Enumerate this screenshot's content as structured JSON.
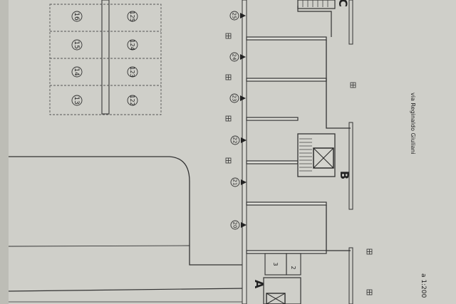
{
  "parking_rows": [
    {
      "left": "16",
      "right": "125"
    },
    {
      "left": "15",
      "right": "124"
    },
    {
      "left": "14",
      "right": "123"
    },
    {
      "left": "13",
      "right": "122"
    }
  ],
  "unit_numbers": [
    "25",
    "24",
    "23",
    "22",
    "21",
    "20"
  ],
  "building_labels": [
    "A",
    "B",
    "C"
  ],
  "room_numbers": [
    "3",
    "2"
  ],
  "street_label": "via Reginaldo Giuliani",
  "scale_label": "a 1:200"
}
